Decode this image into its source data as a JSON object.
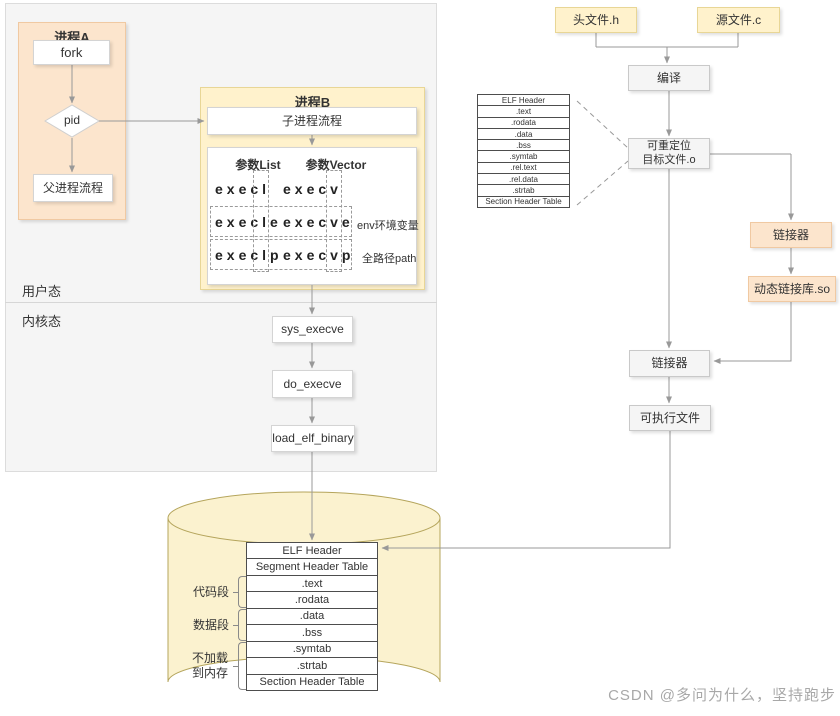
{
  "watermark": "CSDN @多问为什么，坚持跑步",
  "modes": {
    "user": "用户态",
    "kernel": "内核态"
  },
  "process_a": {
    "title": "进程A",
    "fork": "fork",
    "pid": "pid",
    "parent": "父进程流程"
  },
  "process_b": {
    "title": "进程B",
    "child": "子进程流程",
    "col_list": "参数List",
    "col_vector": "参数Vector",
    "rows": [
      {
        "list": "execl",
        "vector": "execv",
        "note": ""
      },
      {
        "list": "execle",
        "vector": "execve",
        "note": "env环境变量"
      },
      {
        "list": "execlp",
        "vector": "execvp",
        "note": "全路径path"
      }
    ]
  },
  "kernel_flow": [
    "sys_execve",
    "do_execve",
    "load_elf_binary"
  ],
  "build": {
    "header_file": "头文件.h",
    "source_file": "源文件.c",
    "compile": "编译",
    "relocatable_line1": "可重定位",
    "relocatable_line2": "目标文件.o",
    "linker1": "链接器",
    "shared_lib": "动态链接库.so",
    "linker2": "链接器",
    "executable": "可执行文件"
  },
  "object_table": [
    "ELF Header",
    ".text",
    ".rodata",
    ".data",
    ".bss",
    ".symtab",
    ".rel.text",
    ".rel.data",
    ".strtab",
    "Section Header Table"
  ],
  "exe_table": [
    "ELF Header",
    "Segment Header Table",
    ".text",
    ".rodata",
    ".data",
    ".bss",
    ".symtab",
    ".strtab",
    "Section Header Table"
  ],
  "segments": {
    "code": "代码段",
    "data": "数据段",
    "noload_line1": "不加载",
    "noload_line2": "到内存"
  },
  "colors": {
    "peach_fill": "#FCE5CD",
    "yellow_fill": "#FFF2CC",
    "gray_fill": "#F5F5F5",
    "cylinder_fill": "#FBF2CF",
    "line": "#999999",
    "table_border": "#4D4D4D",
    "watermark": "#A8A8A8"
  }
}
